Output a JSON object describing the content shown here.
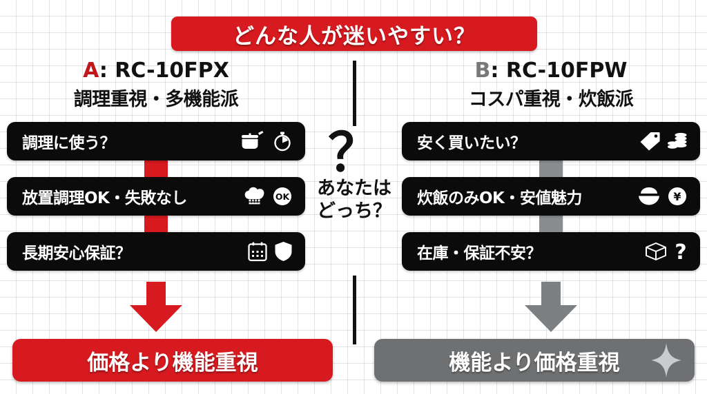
{
  "title": {
    "text": "どんな人が迷いやすい？",
    "bg_color": "#d61a1f"
  },
  "center": {
    "qmark": "？",
    "line1": "あなたは",
    "line2": "どっち？"
  },
  "columns": [
    {
      "id": "left",
      "letter": "A",
      "model": ": RC-10FPX",
      "subtitle": "調理重視・多機能派",
      "accent_color": "#d61a1f",
      "steps": [
        {
          "label": "調理に使う？",
          "icons": [
            "pot-icon",
            "stopwatch-icon"
          ]
        },
        {
          "label": "放置調理OK・失敗なし",
          "icons": [
            "chef-hat-icon",
            "ok-badge-icon"
          ]
        },
        {
          "label": "長期安心保証？",
          "icons": [
            "calendar-icon",
            "shield-icon"
          ]
        }
      ],
      "arrow": "down-arrow",
      "conclusion": "価格より機能重視"
    },
    {
      "id": "right",
      "letter": "B",
      "model": ": RC-10FPW",
      "subtitle": "コスパ重視・炊飯派",
      "accent_color": "#8a8d8f",
      "steps": [
        {
          "label": "安く買いたい？",
          "icons": [
            "price-tag-icon",
            "coins-icon"
          ]
        },
        {
          "label": "炊飯のみOK・安値魅力",
          "icons": [
            "rice-bowl-icon",
            "yen-badge-icon"
          ]
        },
        {
          "label": "在庫・保証不安？",
          "icons": [
            "open-box-icon",
            "question-mark-icon"
          ]
        }
      ],
      "arrow": "down-arrow",
      "conclusion": "機能より価格重視"
    }
  ]
}
